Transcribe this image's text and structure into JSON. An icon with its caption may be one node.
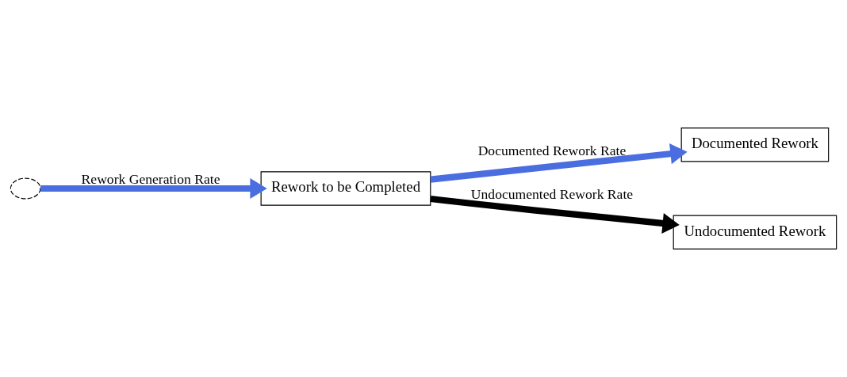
{
  "diagram": {
    "nodes": [
      {
        "text": [],
        "shape": "cloud"
      },
      {
        "text": [
          "Rework to be Completed"
        ]
      },
      {
        "text": [
          "Documented Rework"
        ]
      },
      {
        "text": [
          "Undocumented Rework"
        ]
      }
    ],
    "edges": [
      {
        "from": 0,
        "to": 1,
        "arrow": "to",
        "label": "Rework Generation Rate"
      },
      {
        "from": 1,
        "to": 2,
        "arrow": "to",
        "label": "Documented Rework Rate"
      },
      {
        "from": 1,
        "to": 3,
        "arrow": "to",
        "label": "Undocumented Rework Rate",
        "color": "#000000"
      }
    ]
  }
}
